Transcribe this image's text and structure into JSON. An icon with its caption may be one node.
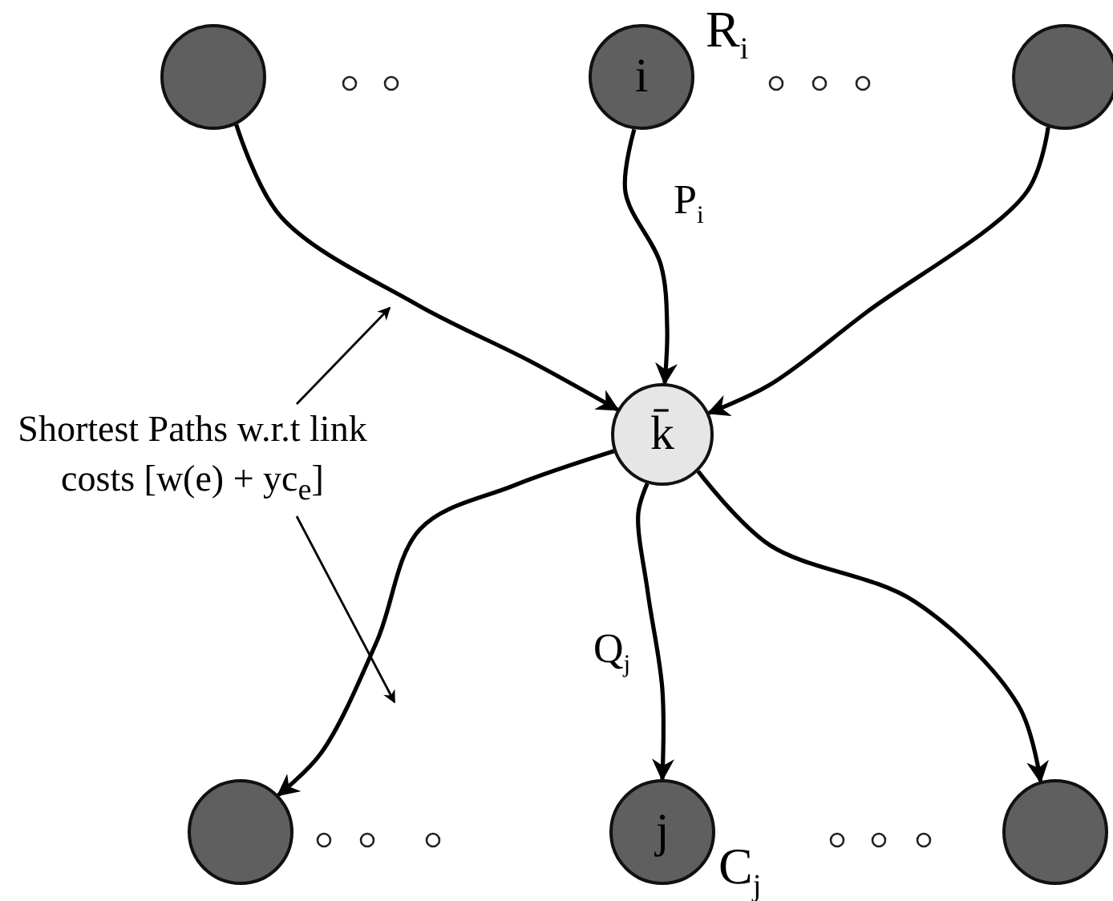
{
  "diagram": {
    "nodes": [
      {
        "text": [],
        "shape": "circle"
      },
      {
        "text": [
          "i"
        ],
        "beside": [
          "R$_{i}$"
        ]
      },
      {
        "text": [],
        "shape": "circle"
      },
      {
        "text": [
          "k̄"
        ]
      },
      {
        "text": [],
        "shape": "circle"
      },
      {
        "text": [
          "j"
        ],
        "beside": [
          "C$_{j}$"
        ]
      },
      {
        "text": [],
        "shape": "circle"
      },
      {
        "text": [
          "Shortest Paths w.r.t link costs [w(e) + yc$_{e}$]"
        ]
      }
    ],
    "edges": [
      {
        "from": 0,
        "to": 3,
        "arrow": "to"
      },
      {
        "from": 1,
        "to": 3,
        "arrow": "to",
        "label": "P$_{i}$"
      },
      {
        "from": 2,
        "to": 3,
        "arrow": "to"
      },
      {
        "from": 3,
        "to": 4,
        "arrow": "to"
      },
      {
        "from": 3,
        "to": 5,
        "arrow": "to",
        "label": "Q$_{j}$"
      },
      {
        "from": 3,
        "to": 6,
        "arrow": "to"
      },
      {
        "from": 7,
        "to": null,
        "arrow": "to"
      },
      {
        "from": 7,
        "to": null,
        "arrow": "to"
      }
    ]
  }
}
